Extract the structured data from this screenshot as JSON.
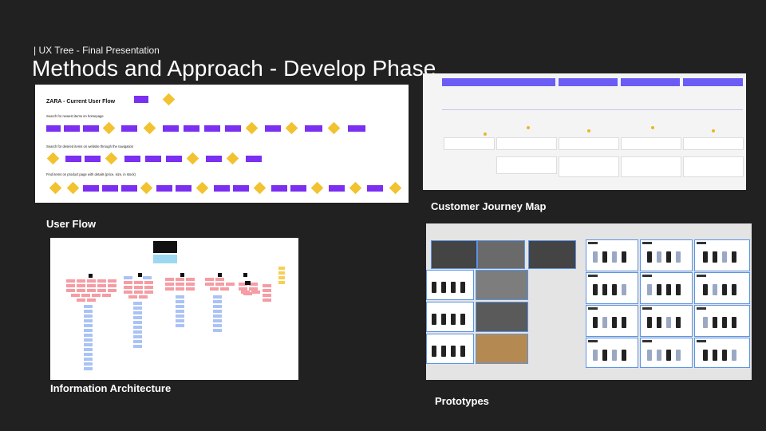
{
  "header": {
    "eyebrow": "| UX Tree - Final Presentation",
    "title": "Methods and Approach - Develop Phase"
  },
  "user_flow": {
    "heading": "ZARA - Current User Flow",
    "rows": [
      "Search for newest items on homepage",
      "Search for desired items on website through the navigation",
      "Find items on product page with details (price, size, in stock)"
    ],
    "caption": "User Flow"
  },
  "journey_map": {
    "caption": "Customer Journey Map",
    "accent": "#6a5cf5"
  },
  "information_architecture": {
    "caption": "Information Architecture"
  },
  "prototypes": {
    "caption": "Prototypes",
    "frame_border": "#5b94e5"
  },
  "colors": {
    "background": "#212121",
    "flow_box": "#7b2ff0",
    "flow_diamond": "#f2c230",
    "ia_pink": "#f59ca4",
    "ia_blue": "#aac3f4"
  }
}
